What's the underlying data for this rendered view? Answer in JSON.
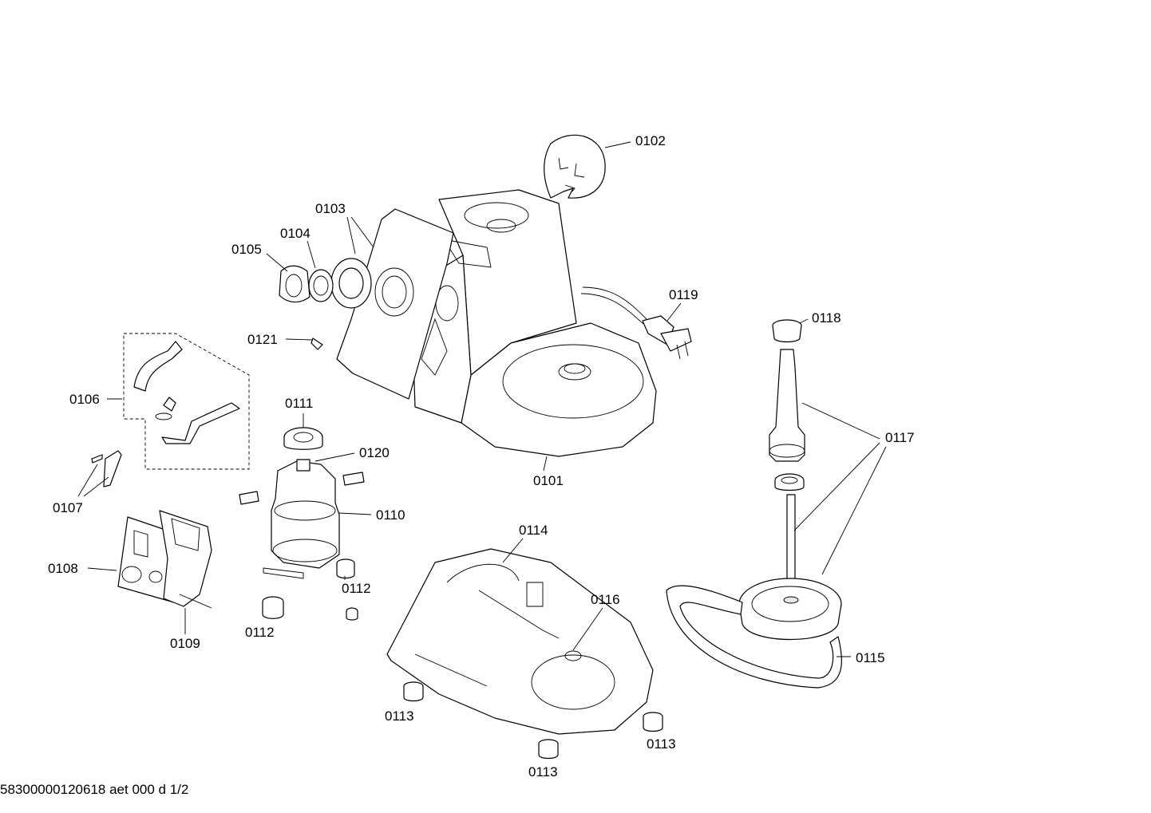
{
  "diagram": {
    "labels": {
      "p0101": "0101",
      "p0102": "0102",
      "p0103": "0103",
      "p0104": "0104",
      "p0105": "0105",
      "p0106": "0106",
      "p0107": "0107",
      "p0108": "0108",
      "p0109": "0109",
      "p0110": "0110",
      "p0111": "0111",
      "p0112a": "0112",
      "p0112b": "0112",
      "p0113a": "0113",
      "p0113b": "0113",
      "p0113c": "0113",
      "p0114": "0114",
      "p0115": "0115",
      "p0116": "0116",
      "p0117": "0117",
      "p0118": "0118",
      "p0119": "0119",
      "p0120": "0120",
      "p0121": "0121"
    }
  },
  "footer": {
    "document_code": "58300000120618 aet 000 d 1/2"
  }
}
